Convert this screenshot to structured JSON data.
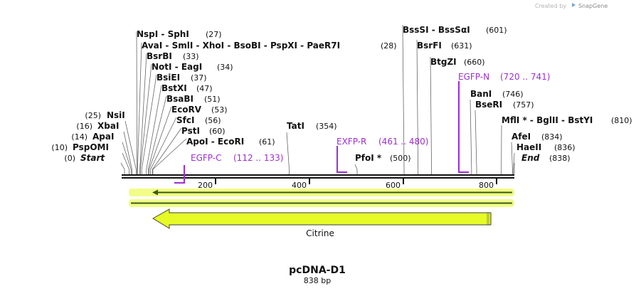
{
  "credit": {
    "text": "Created by",
    "brand": "SnapGene"
  },
  "map": {
    "name": "pcDNA-D1",
    "length_label": "838 bp",
    "length": 838,
    "ticks": [
      "200",
      "400",
      "600",
      "800"
    ]
  },
  "sites": [
    {
      "name": "NspI",
      "pos": 27,
      "label": "NspI  -  SphI",
      "pos_label": "(27)"
    },
    {
      "name": "AvaI",
      "pos": 28,
      "label": "AvaI  -  SmlI  -  XhoI  -  BsoBI  -  PspXI  -  PaeR7I",
      "pos_label": "(28)"
    },
    {
      "name": "BsrBI",
      "pos": 33,
      "label": "BsrBI",
      "pos_label": "(33)"
    },
    {
      "name": "NotI",
      "pos": 34,
      "label": "NotI  -  EagI",
      "pos_label": "(34)"
    },
    {
      "name": "BsiEI",
      "pos": 37,
      "label": "BsiEI",
      "pos_label": "(37)"
    },
    {
      "name": "BstXI",
      "pos": 47,
      "label": "BstXI",
      "pos_label": "(47)"
    },
    {
      "name": "BsaBI",
      "pos": 51,
      "label": "BsaBI",
      "pos_label": "(51)"
    },
    {
      "name": "EcoRV",
      "pos": 53,
      "label": "EcoRV",
      "pos_label": "(53)"
    },
    {
      "name": "SfcI",
      "pos": 56,
      "label": "SfcI",
      "pos_label": "(56)"
    },
    {
      "name": "PstI",
      "pos": 60,
      "label": "PstI",
      "pos_label": "(60)"
    },
    {
      "name": "ApoI",
      "pos": 61,
      "label": "ApoI  -  EcoRI",
      "pos_label": "(61)"
    },
    {
      "name": "NsiI",
      "pos": 25,
      "label": "NsiI",
      "pos_label": "(25)"
    },
    {
      "name": "XbaI",
      "pos": 16,
      "label": "XbaI",
      "pos_label": "(16)"
    },
    {
      "name": "ApaI",
      "pos": 14,
      "label": "ApaI",
      "pos_label": "(14)"
    },
    {
      "name": "PspOMI",
      "pos": 10,
      "label": "PspOMI",
      "pos_label": "(10)"
    },
    {
      "name": "Start",
      "pos": 0,
      "label": "Start",
      "pos_label": "(0)"
    },
    {
      "name": "TatI",
      "pos": 354,
      "label": "TatI",
      "pos_label": "(354)"
    },
    {
      "name": "PfoI",
      "pos": 500,
      "label": "PfoI *",
      "pos_label": "(500)"
    },
    {
      "name": "BssSI",
      "pos": 601,
      "label": "BssSI  -  BssSαI",
      "pos_label": "(601)"
    },
    {
      "name": "BsrFI",
      "pos": 631,
      "label": "BsrFI",
      "pos_label": "(631)"
    },
    {
      "name": "BtgZI",
      "pos": 660,
      "label": "BtgZI",
      "pos_label": "(660)"
    },
    {
      "name": "BanI",
      "pos": 746,
      "label": "BanI",
      "pos_label": "(746)"
    },
    {
      "name": "BseRI",
      "pos": 757,
      "label": "BseRI",
      "pos_label": "(757)"
    },
    {
      "name": "MflI",
      "pos": 810,
      "label": "MflI *  -  BglII  -  BstYI",
      "pos_label": "(810)"
    },
    {
      "name": "AfeI",
      "pos": 834,
      "label": "AfeI",
      "pos_label": "(834)"
    },
    {
      "name": "HaeII",
      "pos": 836,
      "label": "HaeII",
      "pos_label": "(836)"
    },
    {
      "name": "End",
      "pos": 838,
      "label": "End",
      "pos_label": "(838)"
    }
  ],
  "primers": [
    {
      "name": "EGFP-C",
      "range": "(112 .. 133)",
      "start": 112,
      "end": 133
    },
    {
      "name": "EXFP-R",
      "range": "(461 .. 480)",
      "start": 461,
      "end": 480
    },
    {
      "name": "EGFP-N",
      "range": "(720 .. 741)",
      "start": 720,
      "end": 741
    }
  ],
  "features": [
    {
      "name": "Citrine",
      "start": 86,
      "end": 805,
      "direction": "reverse",
      "color": "#e6fb26"
    }
  ],
  "colors": {
    "primer": "#9b2fd0",
    "feature": "#e6fb26",
    "feature_stroke": "#3f3f3f",
    "translation": "#3a5a12"
  }
}
